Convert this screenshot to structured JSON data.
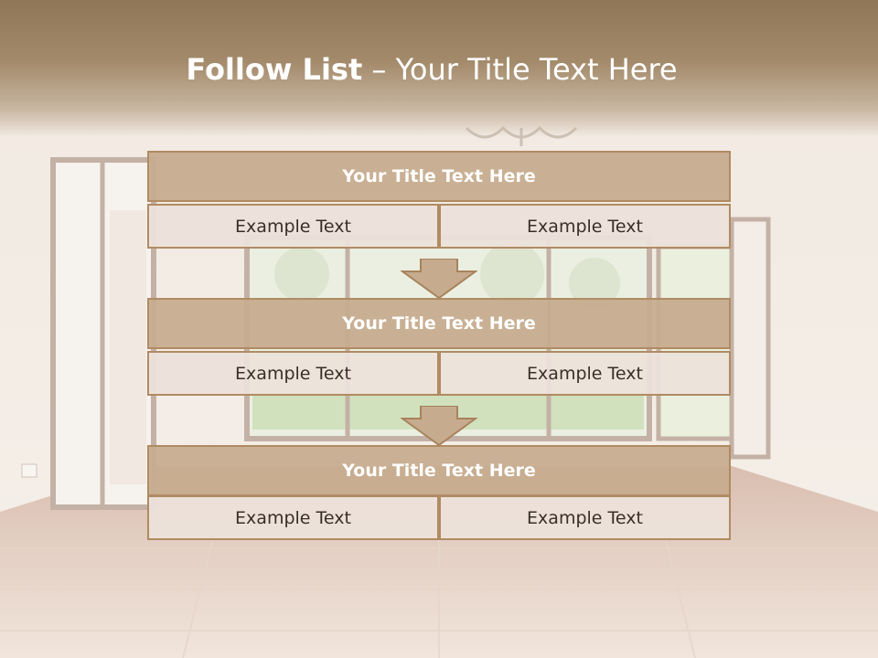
{
  "slide": {
    "title_bold": "Follow List",
    "title_rest": " – Your Title Text Here"
  },
  "steps": [
    {
      "title": "Your Title Text Here",
      "left": "Example Text",
      "right": "Example Text"
    },
    {
      "title": "Your Title Text Here",
      "left": "Example Text",
      "right": "Example Text"
    },
    {
      "title": "Your Title Text Here",
      "left": "Example Text",
      "right": "Example Text"
    }
  ],
  "colors": {
    "header": "#8e7657",
    "box_fill": "#c6ab8e",
    "box_border": "#b08b62",
    "cell_fill": "#ece2da",
    "text_dark": "#3a2f27"
  },
  "icons": [
    "down-arrow-icon"
  ]
}
